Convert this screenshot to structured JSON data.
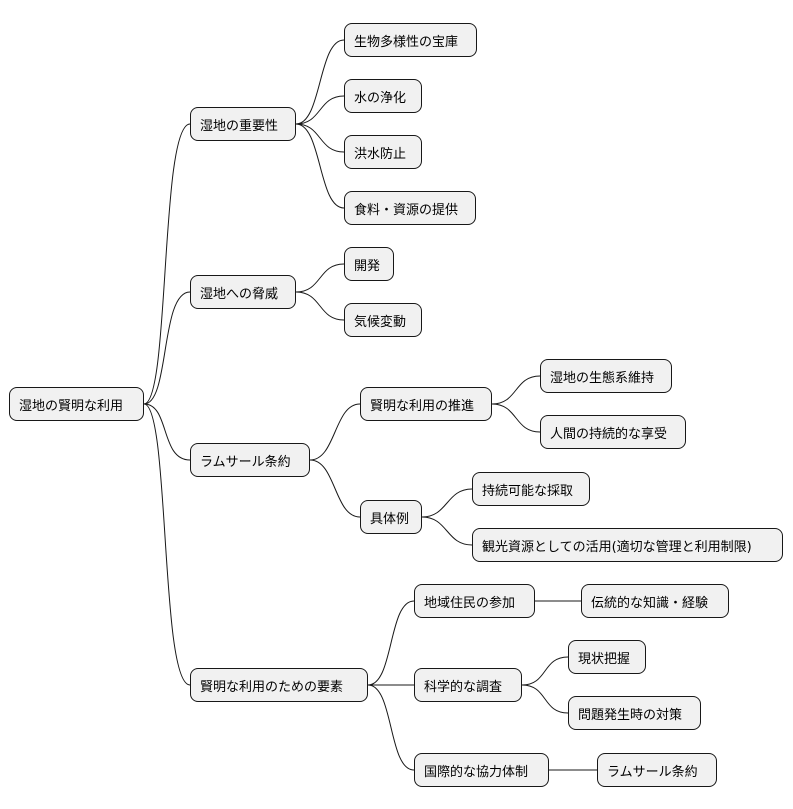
{
  "mindmap": {
    "root": "湿地の賢明な利用",
    "branches": [
      {
        "label": "湿地の重要性",
        "children": [
          "生物多様性の宝庫",
          "水の浄化",
          "洪水防止",
          "食料・資源の提供"
        ]
      },
      {
        "label": "湿地への脅威",
        "children": [
          "開発",
          "気候変動"
        ]
      },
      {
        "label": "ラムサール条約",
        "children": [
          {
            "label": "賢明な利用の推進",
            "children": [
              "湿地の生態系維持",
              "人間の持続的な享受"
            ]
          },
          {
            "label": "具体例",
            "children": [
              "持続可能な採取",
              "観光資源としての活用(適切な管理と利用制限)"
            ]
          }
        ]
      },
      {
        "label": "賢明な利用のための要素",
        "children": [
          {
            "label": "地域住民の参加",
            "children": [
              "伝統的な知識・経験"
            ]
          },
          {
            "label": "科学的な調査",
            "children": [
              "現状把握",
              "問題発生時の対策"
            ]
          },
          {
            "label": "国際的な協力体制",
            "children": [
              "ラムサール条約"
            ]
          }
        ]
      }
    ]
  }
}
